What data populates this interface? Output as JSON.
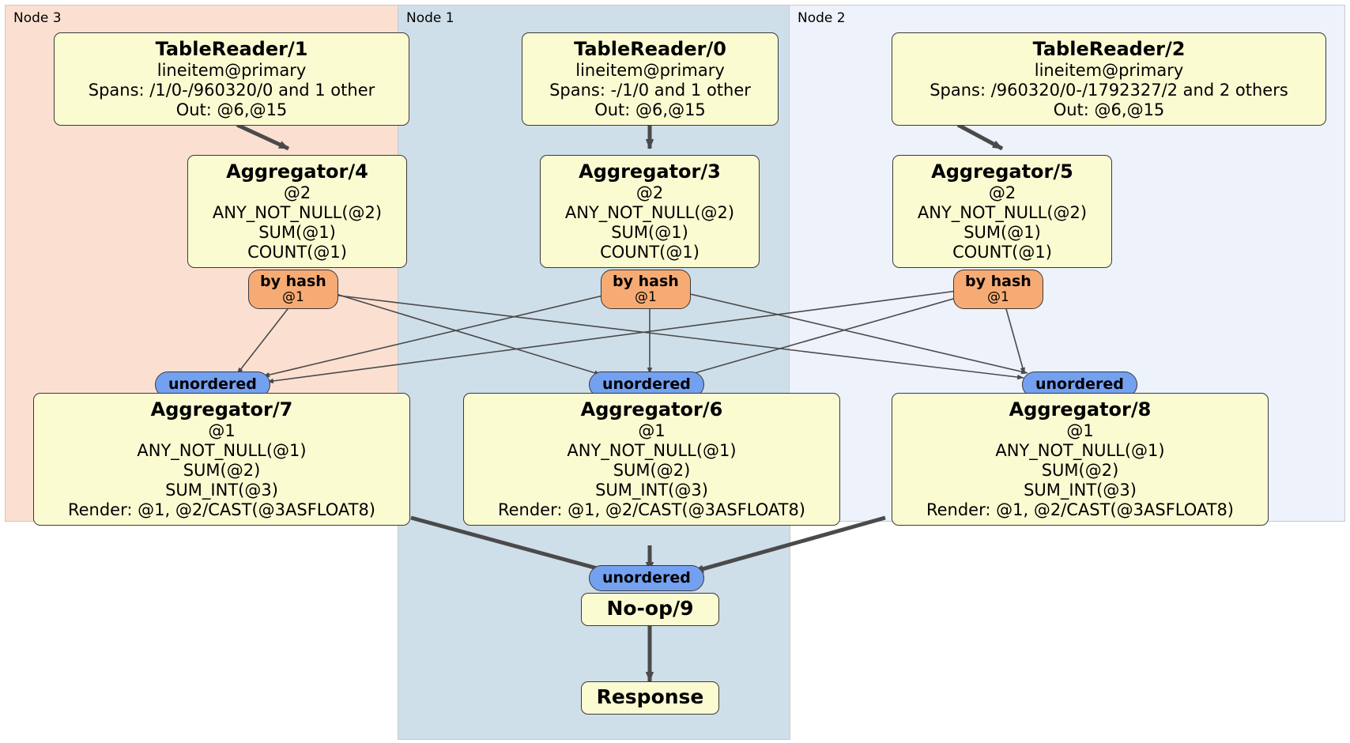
{
  "diagram": {
    "type": "distributed-query-plan",
    "panels": [
      {
        "id": "node3",
        "label": "Node 3",
        "color": "#fbe0d2"
      },
      {
        "id": "node1",
        "label": "Node 1",
        "color": "#cfdfe9"
      },
      {
        "id": "node2",
        "label": "Node 2",
        "color": "#edf2fb"
      }
    ],
    "nodes": {
      "table_reader_1": {
        "title": "TableReader/1",
        "lines": [
          "lineitem@primary",
          "Spans: /1/0-/960320/0 and 1 other",
          "Out: @6,@15"
        ]
      },
      "table_reader_0": {
        "title": "TableReader/0",
        "lines": [
          "lineitem@primary",
          "Spans: -/1/0 and 1 other",
          "Out: @6,@15"
        ]
      },
      "table_reader_2": {
        "title": "TableReader/2",
        "lines": [
          "lineitem@primary",
          "Spans: /960320/0-/1792327/2 and 2 others",
          "Out: @6,@15"
        ]
      },
      "aggregator_4": {
        "title": "Aggregator/4",
        "lines": [
          "@2",
          "ANY_NOT_NULL(@2)",
          "SUM(@1)",
          "COUNT(@1)"
        ]
      },
      "aggregator_3": {
        "title": "Aggregator/3",
        "lines": [
          "@2",
          "ANY_NOT_NULL(@2)",
          "SUM(@1)",
          "COUNT(@1)"
        ]
      },
      "aggregator_5": {
        "title": "Aggregator/5",
        "lines": [
          "@2",
          "ANY_NOT_NULL(@2)",
          "SUM(@1)",
          "COUNT(@1)"
        ]
      },
      "aggregator_7": {
        "title": "Aggregator/7",
        "lines": [
          "@1",
          "ANY_NOT_NULL(@1)",
          "SUM(@2)",
          "SUM_INT(@3)",
          "Render: @1, @2/CAST(@3ASFLOAT8)"
        ]
      },
      "aggregator_6": {
        "title": "Aggregator/6",
        "lines": [
          "@1",
          "ANY_NOT_NULL(@1)",
          "SUM(@2)",
          "SUM_INT(@3)",
          "Render: @1, @2/CAST(@3ASFLOAT8)"
        ]
      },
      "aggregator_8": {
        "title": "Aggregator/8",
        "lines": [
          "@1",
          "ANY_NOT_NULL(@1)",
          "SUM(@2)",
          "SUM_INT(@3)",
          "Render: @1, @2/CAST(@3ASFLOAT8)"
        ]
      },
      "noop_9": {
        "title": "No-op/9",
        "lines": []
      },
      "response": {
        "title": "Response",
        "lines": []
      }
    },
    "badges": {
      "hash_left": {
        "label": "by hash",
        "sub": "@1",
        "color": "#f7ab74"
      },
      "hash_mid": {
        "label": "by hash",
        "sub": "@1",
        "color": "#f7ab74"
      },
      "hash_right": {
        "label": "by hash",
        "sub": "@1",
        "color": "#f7ab74"
      },
      "unordered_left": {
        "label": "unordered",
        "color": "#74a0f0"
      },
      "unordered_mid": {
        "label": "unordered",
        "color": "#74a0f0"
      },
      "unordered_right": {
        "label": "unordered",
        "color": "#74a0f0"
      },
      "unordered_final": {
        "label": "unordered",
        "color": "#74a0f0"
      }
    },
    "colors": {
      "box_fill": "#fbfbd2",
      "box_stroke": "#3a3a3a",
      "hash_fill": "#f7ab74",
      "unordered_fill": "#74a0f0",
      "edge": "#4a4a4a"
    }
  }
}
